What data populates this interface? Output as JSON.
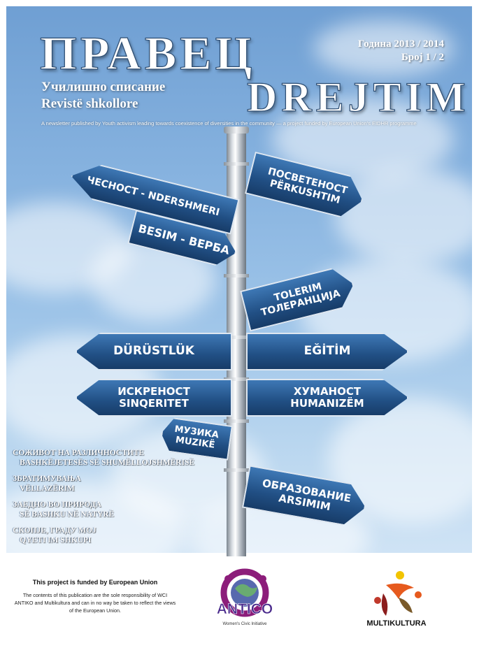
{
  "cover": {
    "title_mk": "ПРАВЕЦ",
    "title_al": "DREJTIM",
    "year": "Година 2013 / 2014",
    "issue": "Број 1 / 2",
    "subtitle_mk": "Училишно списание",
    "subtitle_al": "Revistë shkollore",
    "tagline": "A newsletter published by Youth activism leading towards coexistence of diversities in the community — a project funded by European Union's EIDHR programme"
  },
  "signs": [
    {
      "line1": "ПОСВЕТЕНОСТ",
      "line2": "PËRKUSHTIM"
    },
    {
      "line1": "ЧЕСНОСТ - NDERSHMERI",
      "line2": ""
    },
    {
      "line1": "BESIM - ВЕРБА",
      "line2": ""
    },
    {
      "line1": "TOLERIM",
      "line2": "ТОЛЕРАНЦИЈА"
    },
    {
      "line1": "DÜRÜSTLÜK",
      "line2": ""
    },
    {
      "line1": "EĞİTİM",
      "line2": ""
    },
    {
      "line1": "ИСКРЕНОСТ",
      "line2": "SINQERITET"
    },
    {
      "line1": "ХУМАНОСТ",
      "line2": "HUMANIZËM"
    },
    {
      "line1": "МУЗИКА",
      "line2": "MUZIKË"
    },
    {
      "line1": "ОБРАЗОВАНИЕ",
      "line2": "ARSIMIM"
    }
  ],
  "articles": [
    {
      "mk": "СОЖИВОТ НА РАЗЛИЧНОСТИТЕ",
      "al": "BASHKËJETESËS SË SHUMËLLOJSHMËRISË"
    },
    {
      "mk": "ЗБРАТИМУВАЊА",
      "al": "VËLLAZËRIM"
    },
    {
      "mk": "ЗАЕДНО ВО ПРИРОДА",
      "al": "SË BASHKU NË NATYRË"
    },
    {
      "mk": "СКОПЈЕ, ГРАДУ МОЈ",
      "al": "QYETI IM SHKUPI"
    }
  ],
  "footer": {
    "funded_heading": "This project is funded by European Union",
    "disclaimer": "The contents of this publication are the sole responsibility of WCI ANTIKO and Multikultura and can in no way be taken to reflect the views of the European Union.",
    "antico_name": "ANTICO",
    "antico_sub": "Women's Civic Initiative",
    "multikultura_name": "MULTIKULTURA"
  }
}
